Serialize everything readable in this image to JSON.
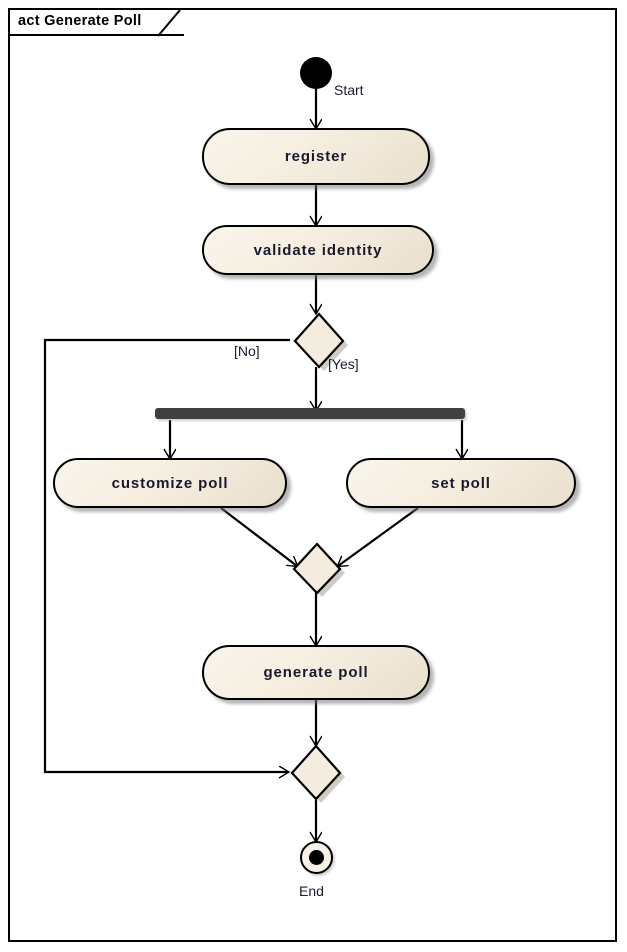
{
  "diagram": {
    "frame_title": "act Generate Poll",
    "type": "UML Activity Diagram",
    "colors": {
      "node_fill_light": "#faf5ec",
      "node_fill_dark": "#e9dfcd",
      "border": "#000000",
      "fork_bar": "#404040",
      "text": "#19192b",
      "shadow": "#9a9a9a",
      "background": "#ffffff"
    },
    "nodes": {
      "start": {
        "label": "Start",
        "kind": "initial-node"
      },
      "register": {
        "label": "register",
        "kind": "action"
      },
      "validate_identity": {
        "label": "validate identity",
        "kind": "action"
      },
      "decision_validate": {
        "label": "",
        "kind": "decision"
      },
      "fork": {
        "label": "",
        "kind": "fork-bar"
      },
      "customize_poll": {
        "label": "customize poll",
        "kind": "action"
      },
      "set_poll": {
        "label": "set poll",
        "kind": "action"
      },
      "merge_parallel": {
        "label": "",
        "kind": "merge"
      },
      "generate_poll": {
        "label": "generate poll",
        "kind": "action"
      },
      "merge_final": {
        "label": "",
        "kind": "merge"
      },
      "end": {
        "label": "End",
        "kind": "final-node"
      }
    },
    "guards": {
      "no": "[No]",
      "yes": "[Yes]"
    }
  }
}
